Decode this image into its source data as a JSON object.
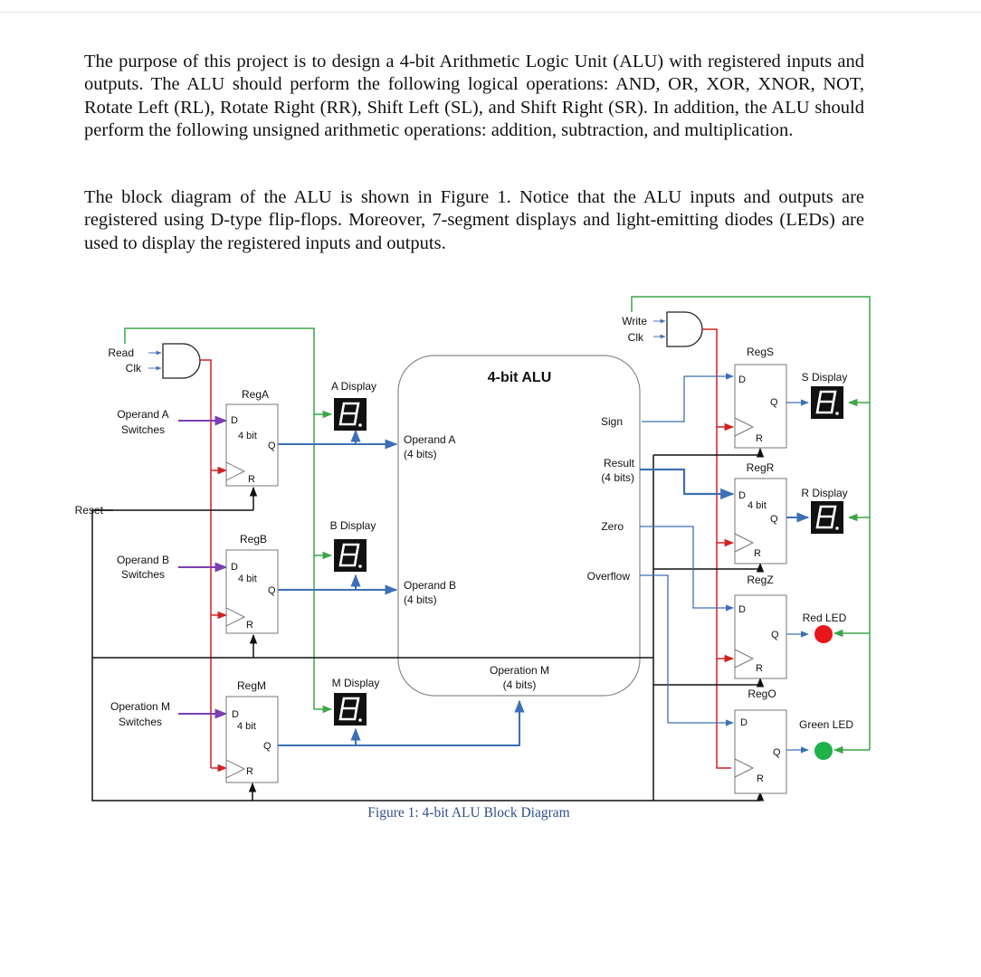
{
  "text": {
    "paragraph1": "The purpose of this project is to design a 4-bit Arithmetic Logic Unit (ALU) with registered inputs and outputs. The ALU should perform the following logical operations: AND, OR, XOR, XNOR, NOT, Rotate Left (RL), Rotate Right (RR), Shift Left (SL), and Shift Right (SR). In addition, the ALU should perform the following unsigned arithmetic operations: addition, subtraction, and multiplication.",
    "paragraph2": "The block diagram of the ALU is shown in Figure 1. Notice that the ALU inputs and outputs are registered using D-type flip-flops. Moreover, 7-segment displays and light-emitting diodes (LEDs) are used to display the registered inputs and outputs."
  },
  "diagram": {
    "caption": "Figure 1: 4-bit ALU Block Diagram",
    "alu": {
      "title": "4-bit ALU",
      "operand_a": "Operand A",
      "operand_a_bits": "(4 bits)",
      "operand_b": "Operand B",
      "operand_b_bits": "(4 bits)",
      "operation": "Operation M",
      "operation_bits": "(4 bits)",
      "sign": "Sign",
      "result": "Result",
      "result_bits": "(4 bits)",
      "zero": "Zero",
      "overflow": "Overflow"
    },
    "inputs": {
      "read": "Read",
      "read_clk": "Clk",
      "write": "Write",
      "write_clk": "Clk",
      "reset": "Reset",
      "operand_a_1": "Operand A",
      "operand_a_2": "Switches",
      "operand_b_1": "Operand B",
      "operand_b_2": "Switches",
      "operation_m_1": "Operation M",
      "operation_m_2": "Switches"
    },
    "registers": {
      "rega": "RegA",
      "regb": "RegB",
      "regm": "RegM",
      "regs": "RegS",
      "regr": "RegR",
      "regz": "RegZ",
      "rego": "RegO",
      "pin_d": "D",
      "pin_q": "Q",
      "pin_r": "R",
      "width": "4 bit"
    },
    "displays": {
      "a": "A Display",
      "b": "B Display",
      "m": "M Display",
      "s": "S Display",
      "r": "R Display",
      "red_led": "Red LED",
      "green_led": "Green LED"
    },
    "colors": {
      "clock_wire": "#d32020",
      "data_bus": "#3d6fb5",
      "control_green": "#3aa648",
      "switch_purple": "#7a3fb2",
      "reset_wire": "#111111",
      "red_led": "#e8161b",
      "green_led": "#1fb14a"
    }
  }
}
